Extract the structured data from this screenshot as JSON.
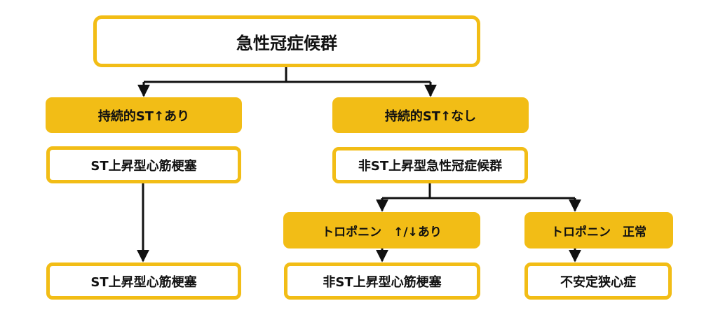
{
  "diagram": {
    "root": "急性冠症候群",
    "left_branch": {
      "condition": "持続的ST↑あり",
      "diagnosis": "ST上昇型心筋梗塞",
      "final": "ST上昇型心筋梗塞"
    },
    "right_branch": {
      "condition": "持続的ST↑なし",
      "diagnosis": "非ST上昇型急性冠症候群",
      "troponin_positive": "トロポニン　↑/↓あり",
      "troponin_positive_result": "非ST上昇型心筋梗塞",
      "troponin_normal": "トロポニン　正常",
      "troponin_normal_result": "不安定狭心症"
    }
  },
  "colors": {
    "accent": "#f2bd16",
    "line": "#111111",
    "text": "#111111",
    "background": "#ffffff"
  }
}
